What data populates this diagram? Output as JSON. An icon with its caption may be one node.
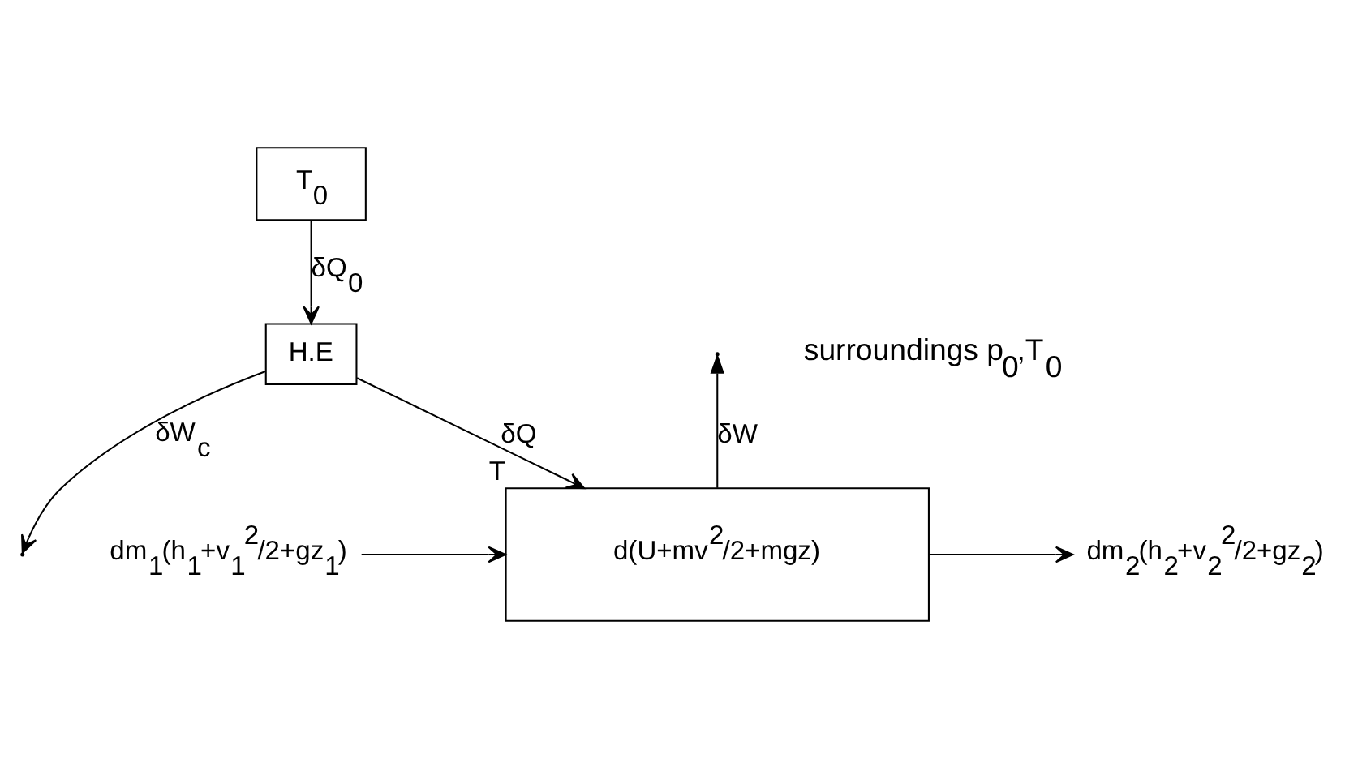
{
  "diagram": {
    "nodes": [
      {
        "text": [
          "T$_{0}$"
        ]
      },
      {
        "text": [
          "H.E"
        ]
      },
      {
        "text": [
          "d(U+mv$^{2}$/2+mgz)"
        ],
        "beside": [
          "T"
        ]
      },
      {
        "text": [
          "dm$_{1}$(h$_{1}$+v$_{1}$$^{2}$/2+gz$_{1}$)"
        ]
      },
      {
        "text": [
          "dm$_{2}$(h$_{2}$+v$_{2}$$^{2}$/2+gz$_{2}$)"
        ]
      }
    ],
    "edges": [
      {
        "from": 0,
        "to": 1,
        "arrow": "to",
        "label": "δQ$_{0}$"
      },
      {
        "from": 1,
        "to": null,
        "arrow": "to",
        "label": "δW$_{c}$"
      },
      {
        "from": 2,
        "to": null,
        "arrow": "to",
        "label": "δW"
      },
      {
        "from": 1,
        "to": 2,
        "arrow": "to",
        "label": "δQ"
      },
      {
        "from": 3,
        "to": 2,
        "arrow": "to"
      },
      {
        "from": 2,
        "to": 4,
        "arrow": "to"
      }
    ],
    "labels": [
      "surroundings p$_{0}$,T$_{0}$"
    ]
  }
}
